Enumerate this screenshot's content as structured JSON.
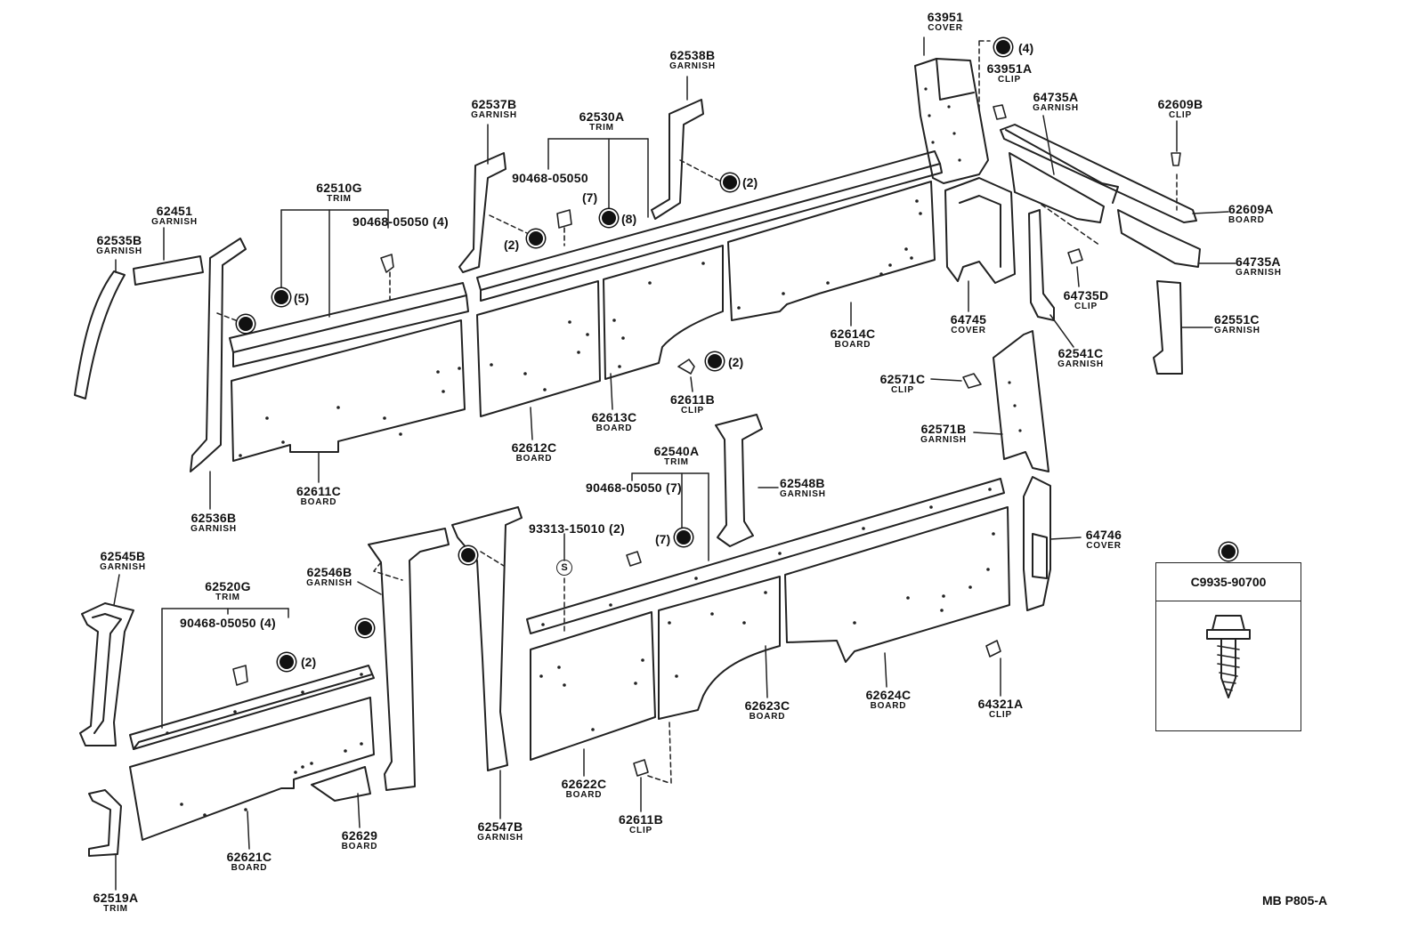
{
  "diagram": {
    "drawing_ref": "MB P805-A",
    "legend": {
      "code": "C9935-90700"
    },
    "labels": [
      {
        "num": "63951",
        "desc": "COVER"
      },
      {
        "num": "63951A",
        "desc": "CLIP"
      },
      {
        "num": "62538B",
        "desc": "GARNISH"
      },
      {
        "num": "64735A",
        "desc": "GARNISH"
      },
      {
        "num": "62609B",
        "desc": "CLIP"
      },
      {
        "num": "62537B",
        "desc": "GARNISH"
      },
      {
        "num": "62530A",
        "desc": "TRIM"
      },
      {
        "num": "90468-05050",
        "desc": ""
      },
      {
        "num": "62609A",
        "desc": "BOARD"
      },
      {
        "num": "62510G",
        "desc": "TRIM"
      },
      {
        "num": "90468-05050 (4)",
        "desc": ""
      },
      {
        "num": "62451",
        "desc": "GARNISH"
      },
      {
        "num": "62535B",
        "desc": "GARNISH"
      },
      {
        "num": "64735A",
        "desc": "GARNISH"
      },
      {
        "num": "64735D",
        "desc": "CLIP"
      },
      {
        "num": "62551C",
        "desc": "GARNISH"
      },
      {
        "num": "64745",
        "desc": "COVER"
      },
      {
        "num": "62614C",
        "desc": "BOARD"
      },
      {
        "num": "62541C",
        "desc": "GARNISH"
      },
      {
        "num": "62571C",
        "desc": "CLIP"
      },
      {
        "num": "62611B",
        "desc": "CLIP"
      },
      {
        "num": "62613C",
        "desc": "BOARD"
      },
      {
        "num": "62571B",
        "desc": "GARNISH"
      },
      {
        "num": "62612C",
        "desc": "BOARD"
      },
      {
        "num": "62611C",
        "desc": "BOARD"
      },
      {
        "num": "62536B",
        "desc": "GARNISH"
      },
      {
        "num": "62540A",
        "desc": "TRIM"
      },
      {
        "num": "62548B",
        "desc": "GARNISH"
      },
      {
        "num": "90468-05050 (7)",
        "desc": ""
      },
      {
        "num": "64746",
        "desc": "COVER"
      },
      {
        "num": "93313-15010 (2)",
        "desc": ""
      },
      {
        "num": "62545B",
        "desc": "GARNISH"
      },
      {
        "num": "62546B",
        "desc": "GARNISH"
      },
      {
        "num": "62520G",
        "desc": "TRIM"
      },
      {
        "num": "90468-05050 (4)",
        "desc": ""
      },
      {
        "num": "62623C",
        "desc": "BOARD"
      },
      {
        "num": "62624C",
        "desc": "BOARD"
      },
      {
        "num": "64321A",
        "desc": "CLIP"
      },
      {
        "num": "62622C",
        "desc": "BOARD"
      },
      {
        "num": "62611B",
        "desc": "CLIP"
      },
      {
        "num": "62629",
        "desc": "BOARD"
      },
      {
        "num": "62621C",
        "desc": "BOARD"
      },
      {
        "num": "62547B",
        "desc": "GARNISH"
      },
      {
        "num": "62519A",
        "desc": "TRIM"
      }
    ],
    "notes": [
      "(4)",
      "(2)",
      "(7)",
      "(8)",
      "(2)",
      "(5)",
      "(2)",
      "(7)",
      "(2)"
    ],
    "s_marker": "S"
  }
}
